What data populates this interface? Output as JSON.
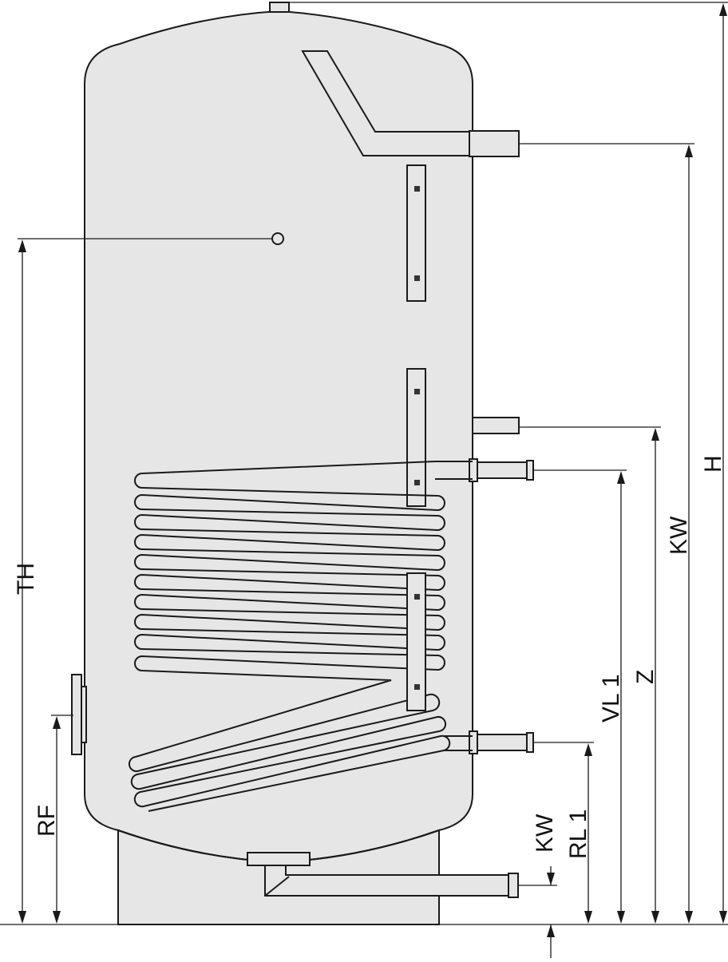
{
  "diagram": {
    "labels": {
      "th": "TH",
      "rf": "RF",
      "kw_bottom": "KW",
      "rl1": "RL 1",
      "vl1": "VL 1",
      "z": "Z",
      "kw_right": "KW",
      "h": "H"
    },
    "colors": {
      "tank_fill": "#e6e6e6",
      "line": "#1a1a1a"
    }
  }
}
